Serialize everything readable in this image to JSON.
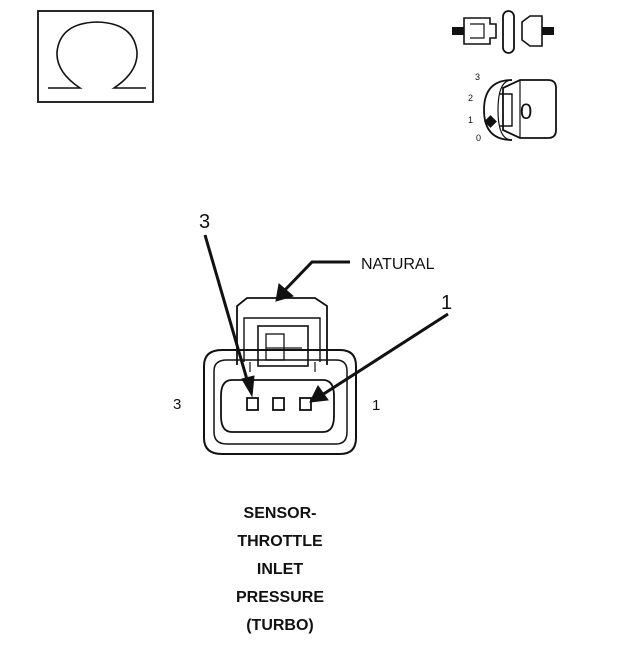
{
  "icons": {
    "meter_mode": "ohm-icon",
    "disconnect": "disconnected-connector-icon",
    "ignition": "ignition-key-icon"
  },
  "ignition": {
    "positions": [
      "3",
      "2",
      "1",
      "0"
    ],
    "key_label": "0"
  },
  "callouts": {
    "color": "NATURAL",
    "pin_3_label": "3",
    "pin_1_label": "1"
  },
  "connector": {
    "side_left": "3",
    "side_right": "1"
  },
  "caption": {
    "lines": [
      "SENSOR-",
      "THROTTLE",
      "INLET",
      "PRESSURE",
      "(TURBO)"
    ]
  },
  "colors": {
    "ink": "#111111",
    "background": "#ffffff"
  }
}
